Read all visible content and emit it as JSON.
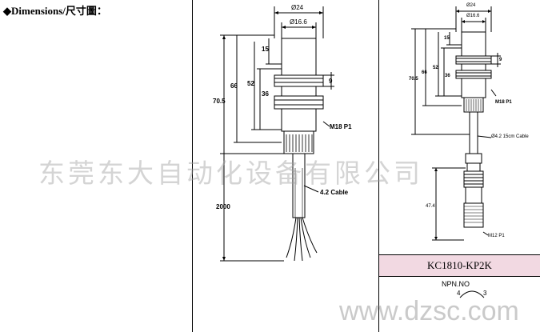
{
  "heading": {
    "bullet": "◆",
    "text": "Dimensions/尺寸圖："
  },
  "drawing_left": {
    "dim_d24": "Ø24",
    "dim_d16": "Ø16.6",
    "dim_15": "15",
    "dim_52": "52",
    "dim_9": "9",
    "dim_36": "36",
    "dim_66": "66",
    "dim_70_5": "70.5",
    "thread": "M18 P1",
    "cable": "4.2 Cable",
    "dim_2000": "2000"
  },
  "drawing_right": {
    "dim_d24": "Ø24",
    "dim_d16": "Ø16.6",
    "dim_15": "15",
    "dim_52": "52",
    "dim_9": "9",
    "dim_36": "36",
    "dim_66": "66",
    "dim_70_5": "70.5",
    "thread": "M18 P1",
    "cable": "Ø4.2 15cm Cable",
    "dim_47_4": "47.4",
    "connector_thread": "M12 P1"
  },
  "product_model": "KC1810-KP2K",
  "wiring": {
    "label": "NPN.NO",
    "pin4": "4",
    "pin3": "3"
  },
  "watermark_cn": "东莞东大自动化设备有限公司",
  "watermark_url": "www.dzsc.com"
}
